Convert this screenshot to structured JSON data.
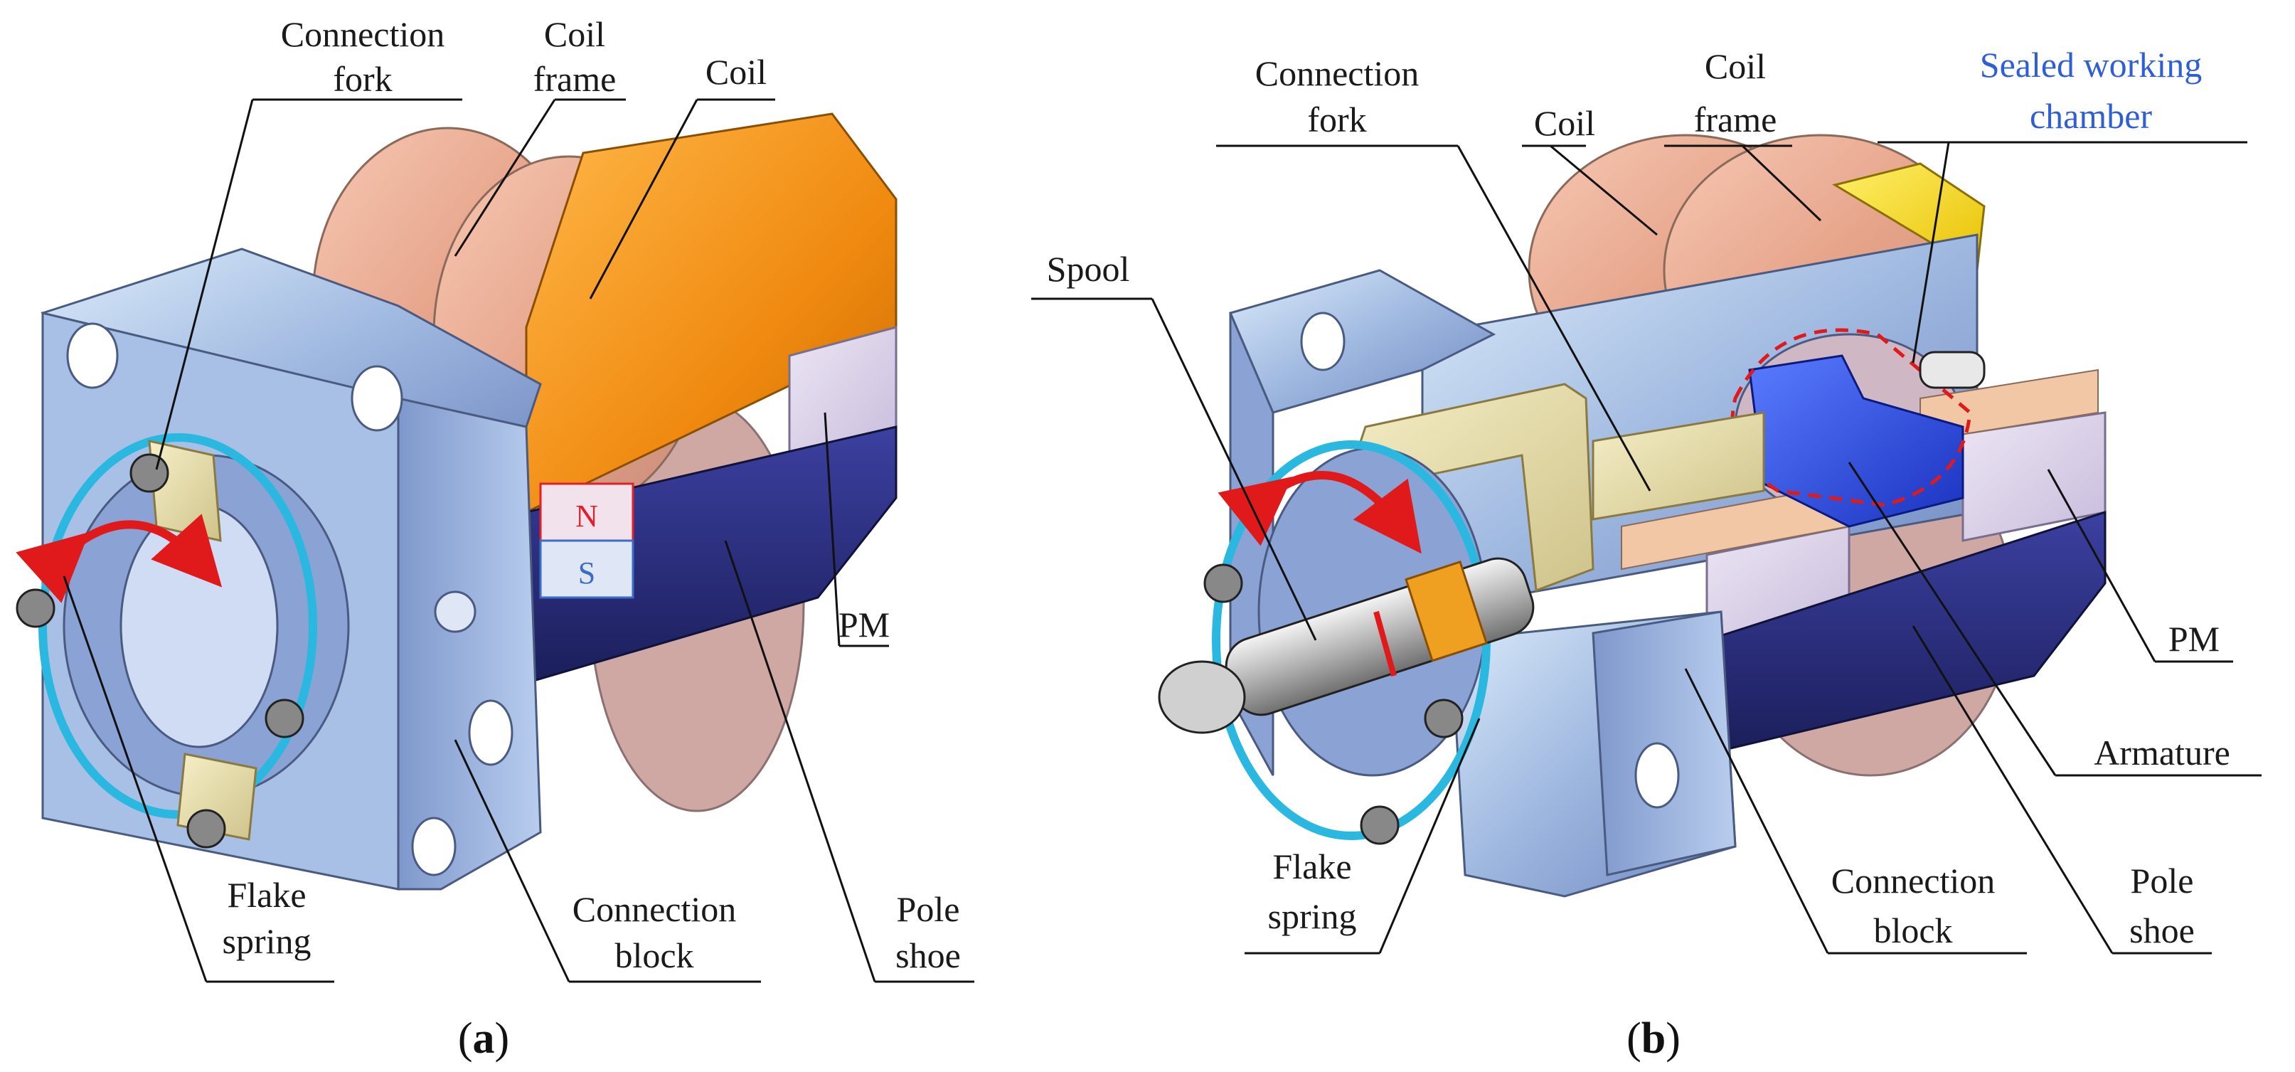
{
  "panel_a": {
    "caption_open": "(",
    "caption_letter": "a",
    "caption_close": ")",
    "labels": {
      "connection_fork_1": "Connection",
      "connection_fork_2": "fork",
      "coil_frame_1": "Coil",
      "coil_frame_2": "frame",
      "coil": "Coil",
      "pm": "PM",
      "pole_shoe_1": "Pole",
      "pole_shoe_2": "shoe",
      "connection_block_1": "Connection",
      "connection_block_2": "block",
      "flake_spring_1": "Flake",
      "flake_spring_2": "spring",
      "magnet_n": "N",
      "magnet_s": "S"
    }
  },
  "panel_b": {
    "caption_open": "(",
    "caption_letter": "b",
    "caption_close": ")",
    "labels": {
      "connection_fork_1": "Connection",
      "connection_fork_2": "fork",
      "coil": "Coil",
      "coil_frame_1": "Coil",
      "coil_frame_2": "frame",
      "sealed_chamber_1": "Sealed working",
      "sealed_chamber_2": "chamber",
      "spool": "Spool",
      "pm": "PM",
      "armature": "Armature",
      "pole_shoe_1": "Pole",
      "pole_shoe_2": "shoe",
      "connection_block_1": "Connection",
      "connection_block_2": "block",
      "flake_spring_1": "Flake",
      "flake_spring_2": "spring"
    }
  },
  "colors": {
    "coil_copper": "#e8a890",
    "coil_frame_orange": "#f08a10",
    "block_steel": "#9fb8e0",
    "pole_shoe_navy": "#2a2f7a",
    "pm_lilac": "#d8d0e8",
    "spring_cyan": "#2ab8e0",
    "fork_cream": "#e6dca8",
    "armature_blue": "#2a4ee8",
    "arrow_red": "#e01a1a",
    "chamber_label_blue": "#2f5fd6"
  }
}
